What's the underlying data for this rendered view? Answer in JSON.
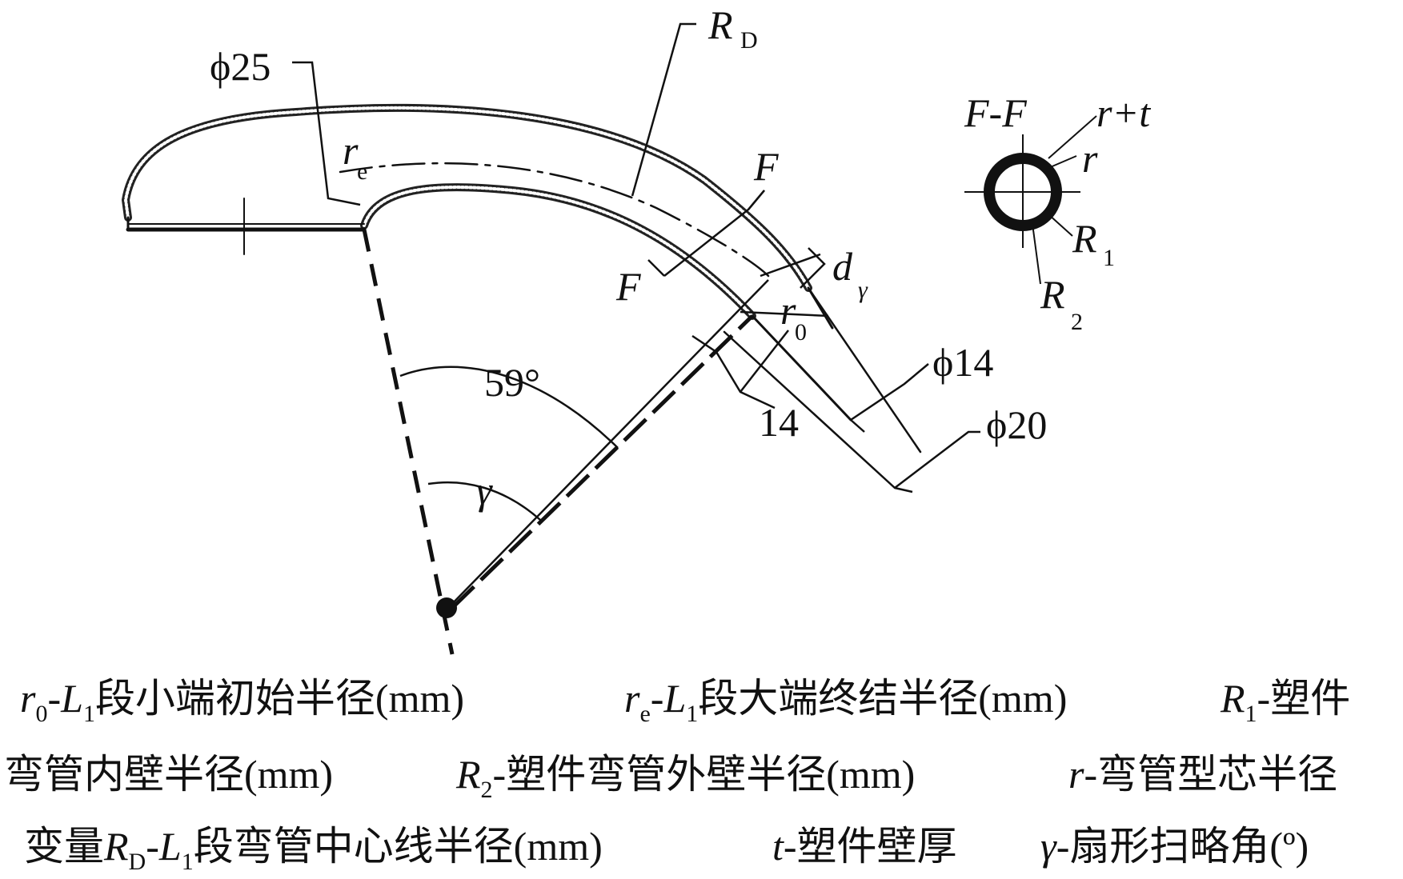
{
  "colors": {
    "line": "#111111",
    "hatch": "#555555",
    "background": "#ffffff"
  },
  "labels": {
    "phi25": "ϕ25",
    "RD_main": "R",
    "RD_sub": "D",
    "re_main": "r",
    "re_sub": "e",
    "F_top": "F",
    "F_bottom": "F",
    "d_main": "d",
    "d_sub": "γ",
    "r0_main": "r",
    "r0_sub": "0",
    "phi14": "ϕ14",
    "phi20": "ϕ20",
    "dim14": "14",
    "angle59": "59°",
    "gamma": "γ",
    "section_title": "F-F",
    "r_plus_t": "r+t",
    "r": "r",
    "R1_main": "R",
    "R1_sub": "1",
    "R2_main": "R",
    "R2_sub": "2"
  },
  "caption": {
    "line1": {
      "a1": "r",
      "a1s": "0",
      "a2": "-",
      "a3": "L",
      "a3s": "1",
      "a4": "段小端初始半径(mm)",
      "b1": "r",
      "b1s": "e",
      "b2": "-",
      "b3": "L",
      "b3s": "1",
      "b4": "段大端终结半径(mm)",
      "c1": "R",
      "c1s": "1",
      "c2": "-塑件"
    },
    "line2": {
      "a": "弯管内壁半径(mm)",
      "b1": "R",
      "b1s": "2",
      "b2": "-塑件弯管外壁半径(mm)",
      "c1": "r",
      "c2": "-弯管型芯半径"
    },
    "line3": {
      "a": "变量",
      "b1": "R",
      "b1s": "D",
      "b2": "-",
      "b3": "L",
      "b3s": "1",
      "b4": "段弯管中心线半径(mm)",
      "c1": "t",
      "c2": "-塑件壁厚",
      "d1": "γ",
      "d2": "-扇形扫略角(º)"
    }
  }
}
